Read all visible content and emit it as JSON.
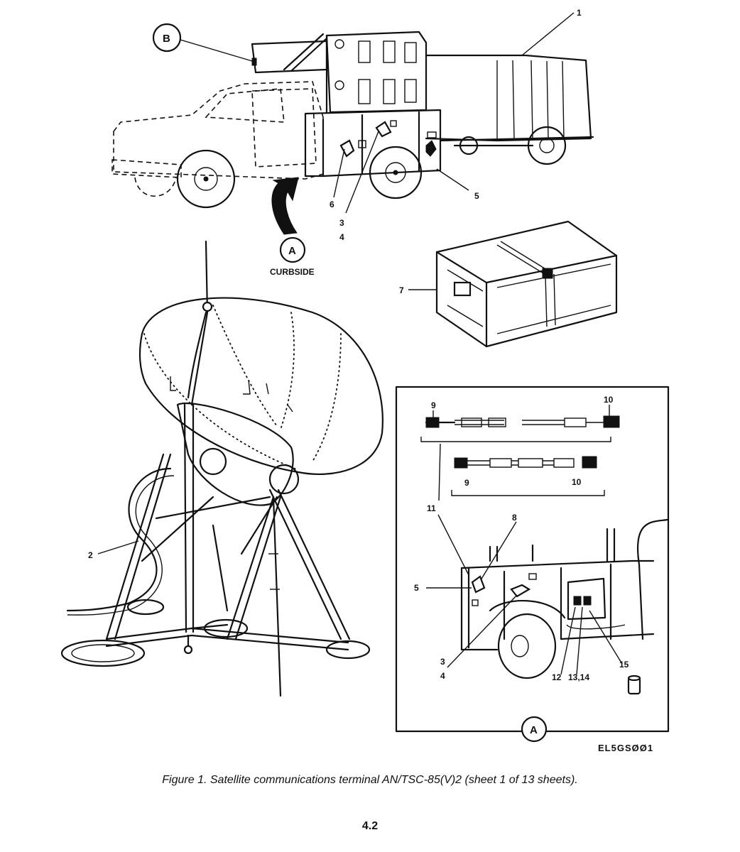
{
  "callouts": {
    "c1": "1",
    "c2": "2",
    "c3": "3",
    "c4": "4",
    "c5": "5",
    "c6": "6",
    "c7": "7",
    "inset": {
      "c9a": "9",
      "c10a": "10",
      "c9b": "9",
      "c10b": "10",
      "c11": "11",
      "c8": "8",
      "c5": "5",
      "c3": "3",
      "c4": "4",
      "c12": "12",
      "c1314": "13,14",
      "c15": "15"
    }
  },
  "detail_markers": {
    "a_main": "A",
    "b_main": "B",
    "a_inset": "A"
  },
  "curbside_label": "CURBSIDE",
  "drawing_code": "EL5GSØØ1",
  "caption": "Figure 1.  Satellite communications terminal AN/TSC-85(V)2 (sheet 1 of 13 sheets).",
  "page_number": "4.2"
}
